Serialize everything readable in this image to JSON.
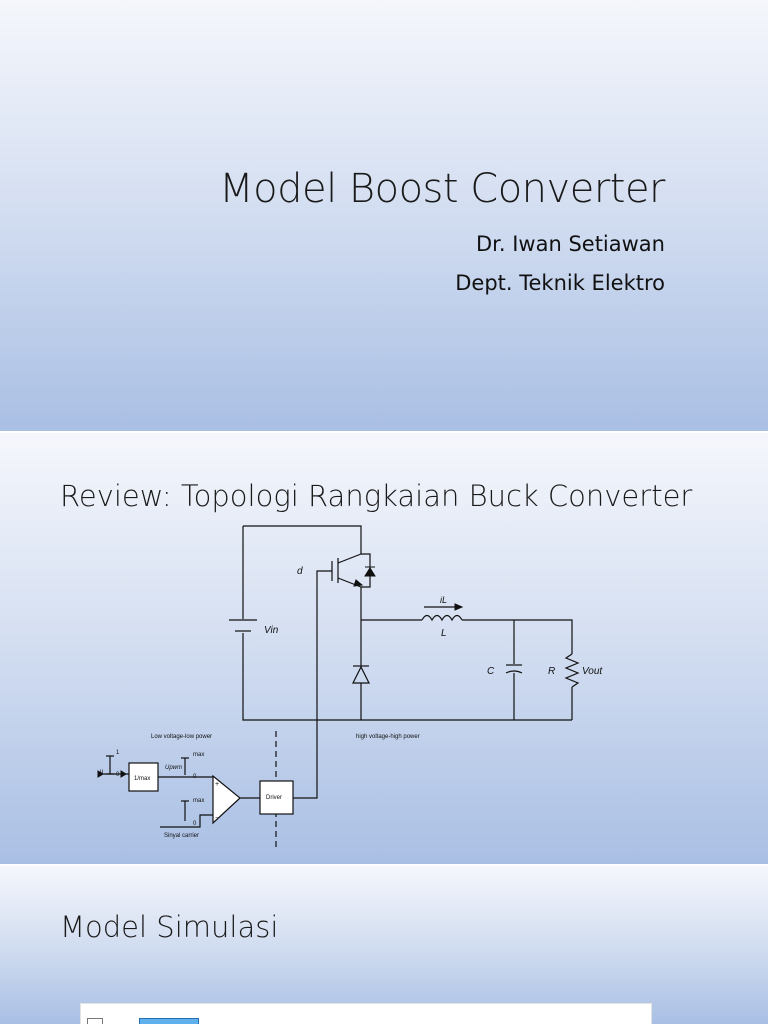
{
  "slide1": {
    "title": "Model Boost Converter",
    "author": "Dr. Iwan Setiawan",
    "department": "Dept. Teknik Elektro"
  },
  "slide2": {
    "title": "Review: Topologi Rangkaian Buck Converter",
    "circuit": {
      "duty_label": "d",
      "vin_label": "Vin",
      "current_label": "iL",
      "inductor_label": "L",
      "capacitor_label": "C",
      "resistor_label": "R",
      "vout_label": "Vout",
      "low_power_label": "Low voltage-low power",
      "high_power_label": "high voltage-high power",
      "input_u_label": "u",
      "step_one_label": "1",
      "step_zero_label": "0",
      "gain_label": "1/max",
      "upwm_label": "Upwm",
      "max_label_top": "max",
      "zero_label_top": "0",
      "max_label_bottom": "max",
      "zero_label_bottom": "0",
      "carrier_label": "Sinyal carrier",
      "driver_label": "Driver",
      "comparator_plus": "+",
      "comparator_minus": "−"
    }
  },
  "slide3": {
    "title": "Model Simulasi"
  }
}
